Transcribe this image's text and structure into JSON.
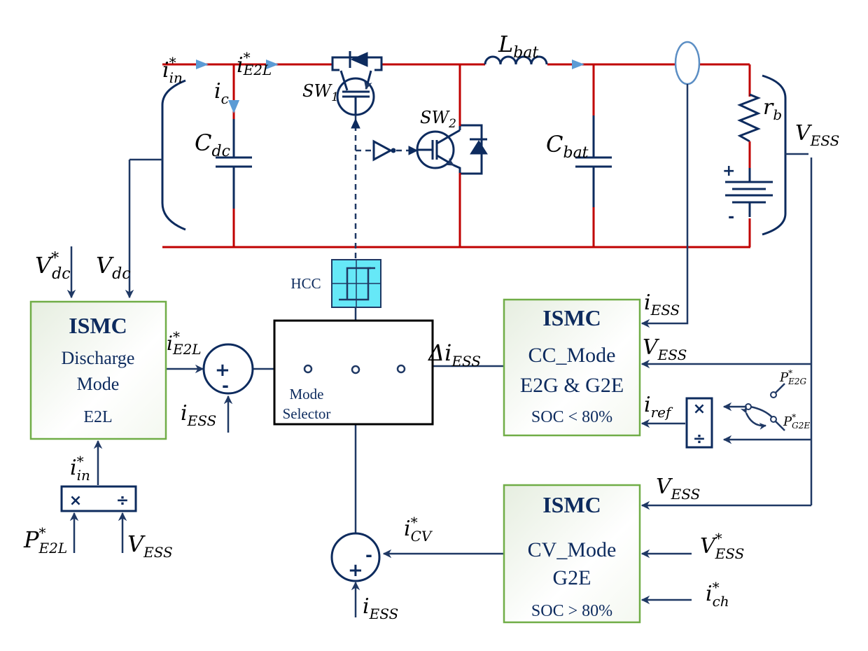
{
  "figure": {
    "title": "ISMC-based control of bidirectional ESS converter",
    "colors": {
      "power_wire": "#c00000",
      "signal_wire": "#1f3864",
      "current_arrow": "#5b9bd5",
      "controller_border": "#70ad47",
      "hcc_fill": "#66e8f7",
      "text_dark": "#0d2b5e"
    }
  },
  "circuit": {
    "labels": {
      "i_in_star": {
        "base": "i",
        "sup": "*",
        "sub": "in"
      },
      "i_e2l_star": {
        "base": "i",
        "sup": "*",
        "sub": "E2L"
      },
      "i_c": {
        "base": "i",
        "sub": "c"
      },
      "c_dc": {
        "base": "C",
        "sub": "dc"
      },
      "sw1": {
        "base": "SW",
        "sub": "1"
      },
      "sw2": {
        "base": "SW",
        "sub": "2"
      },
      "l_bat": {
        "base": "L",
        "sub": "bat"
      },
      "c_bat": {
        "base": "C",
        "sub": "bat"
      },
      "r_b": {
        "base": "r",
        "sub": "b"
      },
      "v_ess": {
        "base": "V",
        "sub": "ESS"
      },
      "battery_plus": "+",
      "battery_minus": "-"
    }
  },
  "controllers": {
    "e2l": {
      "title": "ISMC",
      "lines": [
        "Discharge",
        "Mode",
        "E2L"
      ],
      "inputs": {
        "v_dc_star": {
          "base": "V",
          "sup": "*",
          "sub": "dc"
        },
        "v_dc": {
          "base": "V",
          "sub": "dc"
        },
        "i_in_star": {
          "base": "i",
          "sup": "*",
          "sub": "in"
        }
      },
      "output": {
        "base": "i",
        "sup": "*",
        "sub": "E2L"
      }
    },
    "cc": {
      "title": "ISMC",
      "lines": [
        "CC_Mode",
        "E2G & G2E",
        "SOC < 80%"
      ],
      "inputs": {
        "i_ess": {
          "base": "i",
          "sub": "ESS"
        },
        "v_ess": {
          "base": "V",
          "sub": "ESS"
        },
        "i_ref": {
          "base": "i",
          "sub": "ref"
        }
      },
      "output": {
        "base": "Δi",
        "sub": "ESS"
      }
    },
    "cv": {
      "title": "ISMC",
      "lines": [
        "CV_Mode",
        "G2E",
        "SOC > 80%"
      ],
      "inputs": {
        "v_ess": {
          "base": "V",
          "sub": "ESS"
        },
        "v_ess_star": {
          "base": "V",
          "sup": "*",
          "sub": "ESS"
        },
        "i_ch_star": {
          "base": "i",
          "sup": "*",
          "sub": "ch"
        }
      },
      "output": {
        "base": "i",
        "sup": "*",
        "sub": "CV"
      }
    }
  },
  "blocks": {
    "hcc_label": "HCC",
    "mode_selector": [
      "Mode",
      "Selector"
    ],
    "muldiv_ops": {
      "multiply": "×",
      "divide": "÷"
    },
    "sum1": {
      "plus": "+",
      "minus": "-",
      "feedback": {
        "base": "i",
        "sub": "ESS"
      }
    },
    "sum2": {
      "plus": "+",
      "minus": "-",
      "feedback": {
        "base": "i",
        "sub": "ESS"
      }
    },
    "p_e2l_star": {
      "base": "P",
      "sup": "*",
      "sub": "E2L"
    },
    "v_ess_div": {
      "base": "V",
      "sub": "ESS"
    },
    "p_e2g_star": {
      "base": "P",
      "sup": "*",
      "sub": "E2G"
    },
    "p_g2e_star": {
      "base": "P",
      "sup": "*",
      "sub": "G2E"
    }
  }
}
